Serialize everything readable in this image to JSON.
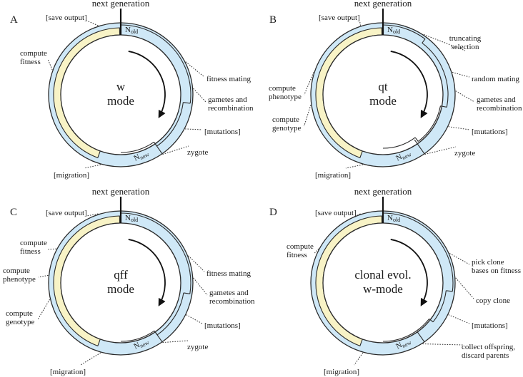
{
  "common": {
    "next_generation": "next generation",
    "n_old": {
      "main": "N",
      "sub": "old"
    },
    "n_new": {
      "main": "N",
      "sub": "new"
    }
  },
  "panels": [
    {
      "letter": "A",
      "mode": [
        "w",
        "mode"
      ],
      "labels": [
        {
          "lines": [
            "[save output]"
          ]
        },
        {
          "lines": [
            "compute",
            "fitness"
          ]
        },
        {
          "lines": [
            "fitness mating"
          ]
        },
        {
          "lines": [
            "gametes and",
            "recombination"
          ]
        },
        {
          "lines": [
            "[mutations]"
          ]
        },
        {
          "lines": [
            "zygote"
          ]
        },
        {
          "lines": [
            "[migration]"
          ]
        }
      ]
    },
    {
      "letter": "B",
      "mode": [
        "qt",
        "mode"
      ],
      "labels": [
        {
          "lines": [
            "[save output]"
          ]
        },
        {
          "lines": [
            "truncating",
            "selection"
          ]
        },
        {
          "lines": [
            "random mating"
          ]
        },
        {
          "lines": [
            "compute",
            "phenotype"
          ]
        },
        {
          "lines": [
            "gametes and",
            "recombination"
          ]
        },
        {
          "lines": [
            "compute",
            "genotype"
          ]
        },
        {
          "lines": [
            "[mutations]"
          ]
        },
        {
          "lines": [
            "zygote"
          ]
        },
        {
          "lines": [
            "[migration]"
          ]
        }
      ]
    },
    {
      "letter": "C",
      "mode": [
        "qff",
        "mode"
      ],
      "labels": [
        {
          "lines": [
            "[save output]"
          ]
        },
        {
          "lines": [
            "compute",
            "fitness"
          ]
        },
        {
          "lines": [
            "fitness mating"
          ]
        },
        {
          "lines": [
            "compute",
            "phenotype"
          ]
        },
        {
          "lines": [
            "gametes and",
            "recombination"
          ]
        },
        {
          "lines": [
            "compute",
            "genotype"
          ]
        },
        {
          "lines": [
            "[mutations]"
          ]
        },
        {
          "lines": [
            "zygote"
          ]
        },
        {
          "lines": [
            "[migration]"
          ]
        }
      ]
    },
    {
      "letter": "D",
      "mode": [
        "clonal evol.",
        "w-mode"
      ],
      "labels": [
        {
          "lines": [
            "[save output]"
          ]
        },
        {
          "lines": [
            "compute",
            "fitness"
          ]
        },
        {
          "lines": [
            "pick clone",
            "bases on fitness"
          ]
        },
        {
          "lines": [
            "copy clone"
          ]
        },
        {
          "lines": [
            "[mutations]"
          ]
        },
        {
          "lines": [
            "collect offspring,",
            "discard parents"
          ]
        },
        {
          "lines": [
            "[migration]"
          ]
        }
      ]
    }
  ]
}
